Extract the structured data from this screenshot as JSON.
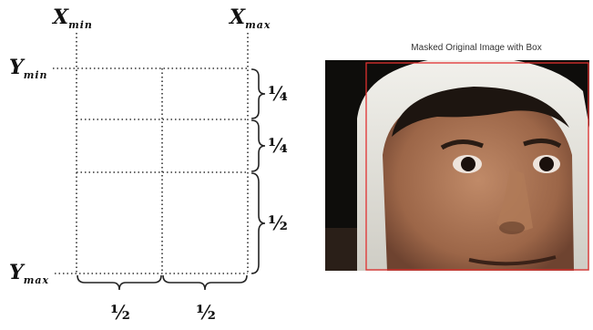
{
  "diagram": {
    "x_min": {
      "main": "X",
      "sub": "min"
    },
    "x_max": {
      "main": "X",
      "sub": "max"
    },
    "y_min": {
      "main": "Y",
      "sub": "min"
    },
    "y_max": {
      "main": "Y",
      "sub": "max"
    },
    "row_fractions": [
      "¼",
      "¼",
      "½"
    ],
    "col_fractions": [
      "½",
      "½"
    ]
  },
  "photo": {
    "caption": "Masked Original Image with Box",
    "box_color": "#e03030"
  }
}
